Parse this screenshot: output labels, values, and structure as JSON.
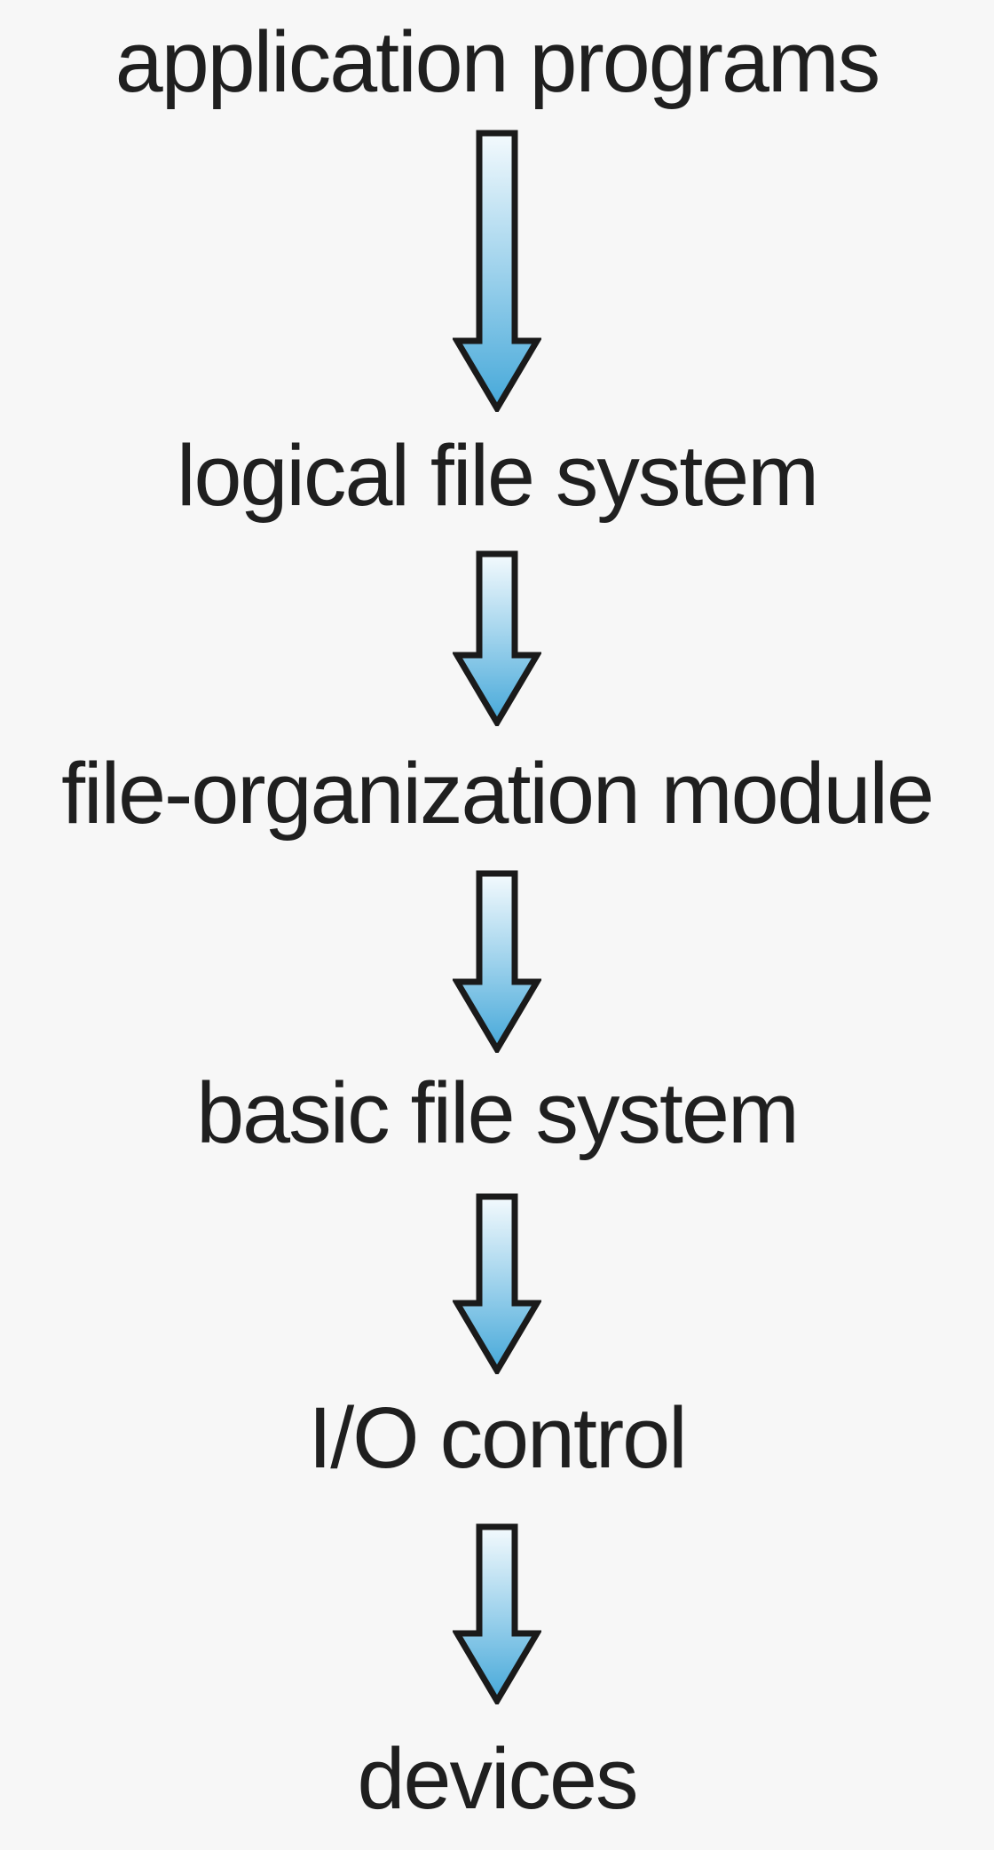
{
  "diagram": {
    "type": "layered-flow",
    "description": "Layered file system: stacked layer names connected by downward arrows",
    "layers": [
      {
        "label": "application programs"
      },
      {
        "label": "logical file system"
      },
      {
        "label": "file-organization module"
      },
      {
        "label": "basic file system"
      },
      {
        "label": "I/O control"
      },
      {
        "label": "devices"
      }
    ],
    "arrow": {
      "direction": "down",
      "fill_gradient_top": "#f4fafd",
      "fill_gradient_mid": "#9ed2ec",
      "fill_gradient_bottom": "#45a8d9",
      "outline_color": "#1a1a1a"
    },
    "colors": {
      "background": "#f7f7f7",
      "text": "#1f1f1f"
    }
  }
}
